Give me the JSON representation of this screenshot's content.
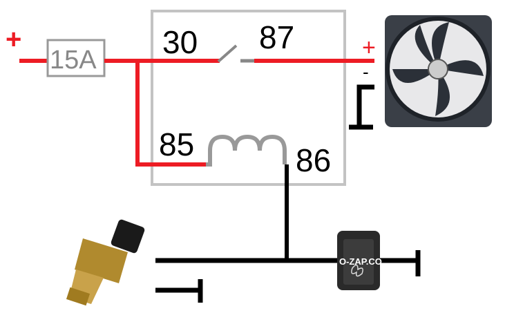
{
  "labels": {
    "plus_input": "+",
    "fuse": "15A",
    "pin30": "30",
    "pin87": "87",
    "pin85": "85",
    "pin86": "86",
    "fan_plus": "+",
    "fan_minus": "-",
    "watermark": "O-ZAP.CO"
  },
  "colors": {
    "power": "#ed1c24",
    "ground": "#000000",
    "relay": "#c3c3c3"
  }
}
